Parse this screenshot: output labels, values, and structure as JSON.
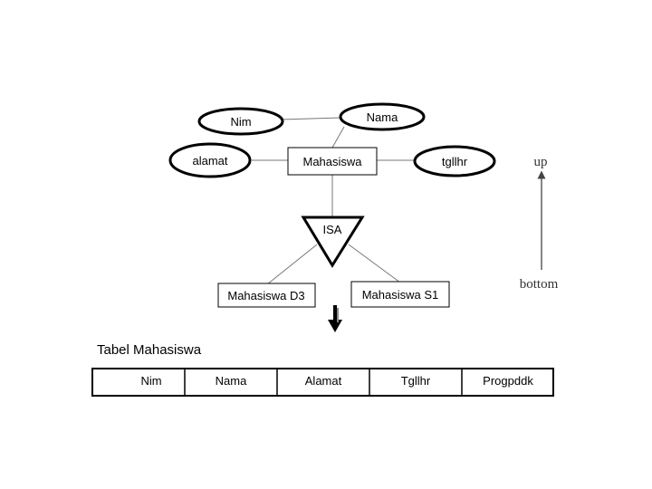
{
  "entity": {
    "label": "Mahasiswa"
  },
  "attributes": {
    "nim": "Nim",
    "nama": "Nama",
    "alamat": "alamat",
    "tgllhr": "tgllhr"
  },
  "isa": {
    "label": "ISA"
  },
  "subtypes": {
    "d3": "Mahasiswa D3",
    "s1": "Mahasiswa S1"
  },
  "direction": {
    "up": "up",
    "bottom": "bottom"
  },
  "table": {
    "title": "Tabel  Mahasiswa",
    "columns": [
      "Nim",
      "Nama",
      "Alamat",
      "Tgllhr",
      "Progpddk"
    ]
  }
}
